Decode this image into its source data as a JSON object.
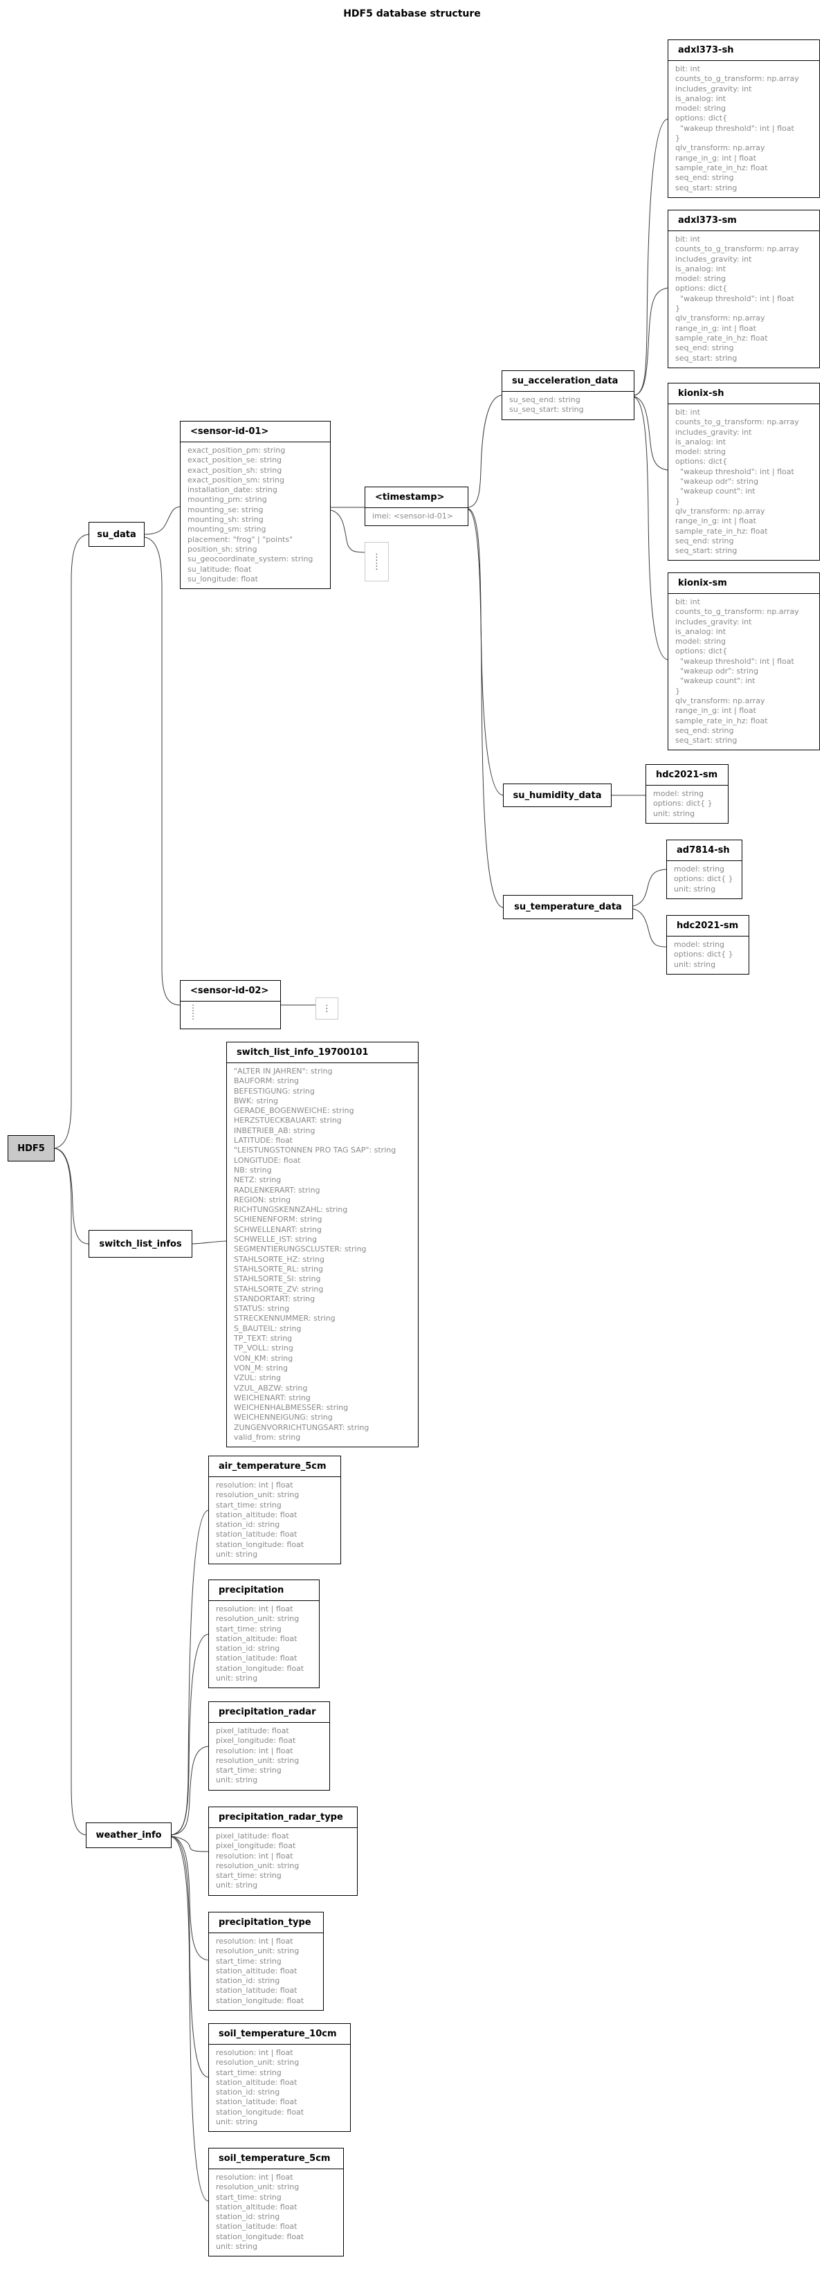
{
  "title": "HDF5 database structure",
  "ellipsis": "⋮",
  "colors": {
    "root_fill": "#c9c9c9",
    "node_border": "#000000",
    "field_text": "#8a8a8a",
    "connector": "#3a3a3a",
    "ellipsis_border": "#c9c9c9"
  },
  "nodes": {
    "hdf5": {
      "label": "HDF5"
    },
    "su_data": {
      "label": "su_data"
    },
    "sensor_id_01": {
      "label": "<sensor-id-01>",
      "rows": [
        "exact_position_pm: string",
        "exact_position_se: string",
        "exact_position_sh: string",
        "exact_position_sm: string",
        "installation_date: string",
        "mounting_pm: string",
        "mounting_se: string",
        "mounting_sh: string",
        "mounting_sm: string",
        "placement: \"frog\" | \"points\"",
        "position_sh: string",
        "su_geocoordinate_system: string",
        "su_latitude: float",
        "su_longitude: float"
      ]
    },
    "timestamp": {
      "label": "<timestamp>",
      "rows": [
        "imei: <sensor-id-01>"
      ]
    },
    "su_acceleration_data": {
      "label": "su_acceleration_data",
      "rows": [
        "su_seq_end: string",
        "su_seq_start: string"
      ]
    },
    "adxl373_sh": {
      "label": "adxl373-sh",
      "rows": [
        "bit: int",
        "counts_to_g_transform: np.array",
        "includes_gravity: int",
        "is_analog: int",
        "model: string",
        "options: dict{",
        "  \"wakeup threshold\": int | float",
        "}",
        "qlv_transform: np.array",
        "range_in_g: int | float",
        "sample_rate_in_hz: float",
        "seq_end: string",
        "seq_start: string"
      ]
    },
    "adxl373_sm": {
      "label": "adxl373-sm",
      "rows": [
        "bit: int",
        "counts_to_g_transform: np.array",
        "includes_gravity: int",
        "is_analog: int",
        "model: string",
        "options: dict{",
        "  \"wakeup threshold\": int | float",
        "}",
        "qlv_transform: np.array",
        "range_in_g: int | float",
        "sample_rate_in_hz: float",
        "seq_end: string",
        "seq_start: string"
      ]
    },
    "kionix_sh": {
      "label": "kionix-sh",
      "rows": [
        "bit: int",
        "counts_to_g_transform: np.array",
        "includes_gravity: int",
        "is_analog: int",
        "model: string",
        "options: dict{",
        "  \"wakeup threshold\": int | float",
        "  \"wakeup odr\": string",
        "  \"wakeup count\": int",
        "}",
        "qlv_transform: np.array",
        "range_in_g: int | float",
        "sample_rate_in_hz: float",
        "seq_end: string",
        "seq_start: string"
      ]
    },
    "kionix_sm": {
      "label": "kionix-sm",
      "rows": [
        "bit: int",
        "counts_to_g_transform: np.array",
        "includes_gravity: int",
        "is_analog: int",
        "model: string",
        "options: dict{",
        "  \"wakeup threshold\": int | float",
        "  \"wakeup odr\": string",
        "  \"wakeup count\": int",
        "}",
        "qlv_transform: np.array",
        "range_in_g: int | float",
        "sample_rate_in_hz: float",
        "seq_end: string",
        "seq_start: string"
      ]
    },
    "su_humidity_data": {
      "label": "su_humidity_data"
    },
    "hdc2021_sm_humidity": {
      "label": "hdc2021-sm",
      "rows": [
        "model: string",
        "options: dict{ }",
        "unit: string"
      ]
    },
    "su_temperature_data": {
      "label": "su_temperature_data"
    },
    "ad7814_sh": {
      "label": "ad7814-sh",
      "rows": [
        "model: string",
        "options: dict{ }",
        "unit: string"
      ]
    },
    "hdc2021_sm_temperature": {
      "label": "hdc2021-sm",
      "rows": [
        "model: string",
        "options: dict{ }",
        "unit: string"
      ]
    },
    "sensor_id_02": {
      "label": "<sensor-id-02>"
    },
    "switch_list_infos": {
      "label": "switch_list_infos"
    },
    "switch_list_info_19700101": {
      "label": "switch_list_info_19700101",
      "rows": [
        "\"ALTER IN JAHREN\": string",
        "BAUFORM: string",
        "BEFESTIGUNG: string",
        "BWK: string",
        "GERADE_BOGENWEICHE: string",
        "HERZSTUECKBAUART: string",
        "INBETRIEB_AB: string",
        "LATITUDE: float",
        "\"LEISTUNGSTONNEN PRO TAG SAP\": string",
        "LONGITUDE: float",
        "NB: string",
        "NETZ: string",
        "RADLENKERART: string",
        "REGION: string",
        "RICHTUNGSKENNZAHL: string",
        "SCHIENENFORM: string",
        "SCHWELLENART: string",
        "SCHWELLE_IST: string",
        "SEGMENTIERUNGSCLUSTER: string",
        "STAHLSORTE_HZ: string",
        "STAHLSORTE_RL: string",
        "STAHLSORTE_SI: string",
        "STAHLSORTE_ZV: string",
        "STANDORTART: string",
        "STATUS: string",
        "STRECKENNUMMER: string",
        "S_BAUTEIL: string",
        "TP_TEXT: string",
        "TP_VOLL: string",
        "VON_KM: string",
        "VON_M: string",
        "VZUL: string",
        "VZUL_ABZW: string",
        "WEICHENART: string",
        "WEICHENHALBMESSER: string",
        "WEICHENNEIGUNG: string",
        "ZUNGENVORRICHTUNGSART: string",
        "valid_from: string"
      ]
    },
    "weather_info": {
      "label": "weather_info"
    },
    "air_temperature_5cm": {
      "label": "air_temperature_5cm",
      "rows": [
        "resolution: int | float",
        "resolution_unit: string",
        "start_time: string",
        "station_altitude: float",
        "station_id: string",
        "station_latitude: float",
        "station_longitude: float",
        "unit: string"
      ]
    },
    "precipitation": {
      "label": "precipitation",
      "rows": [
        "resolution: int | float",
        "resolution_unit: string",
        "start_time: string",
        "station_altitude: float",
        "station_id: string",
        "station_latitude: float",
        "station_longitude: float",
        "unit: string"
      ]
    },
    "precipitation_radar": {
      "label": "precipitation_radar",
      "rows": [
        "pixel_latitude: float",
        "pixel_longitude: float",
        "resolution: int | float",
        "resolution_unit: string",
        "start_time: string",
        "unit: string"
      ]
    },
    "precipitation_radar_type": {
      "label": "precipitation_radar_type",
      "rows": [
        "pixel_latitude: float",
        "pixel_longitude: float",
        "resolution: int | float",
        "resolution_unit: string",
        "start_time: string",
        "unit: string"
      ]
    },
    "precipitation_type": {
      "label": "precipitation_type",
      "rows": [
        "resolution: int | float",
        "resolution_unit: string",
        "start_time: string",
        "station_altitude: float",
        "station_id: string",
        "station_latitude: float",
        "station_longitude: float"
      ]
    },
    "soil_temperature_10cm": {
      "label": "soil_temperature_10cm",
      "rows": [
        "resolution: int | float",
        "resolution_unit: string",
        "start_time: string",
        "station_altitude: float",
        "station_id: string",
        "station_latitude: float",
        "station_longitude: float",
        "unit: string"
      ]
    },
    "soil_temperature_5cm": {
      "label": "soil_temperature_5cm",
      "rows": [
        "resolution: int | float",
        "resolution_unit: string",
        "start_time: string",
        "station_altitude: float",
        "station_id: string",
        "station_latitude: float",
        "station_longitude: float",
        "unit: string"
      ]
    }
  }
}
